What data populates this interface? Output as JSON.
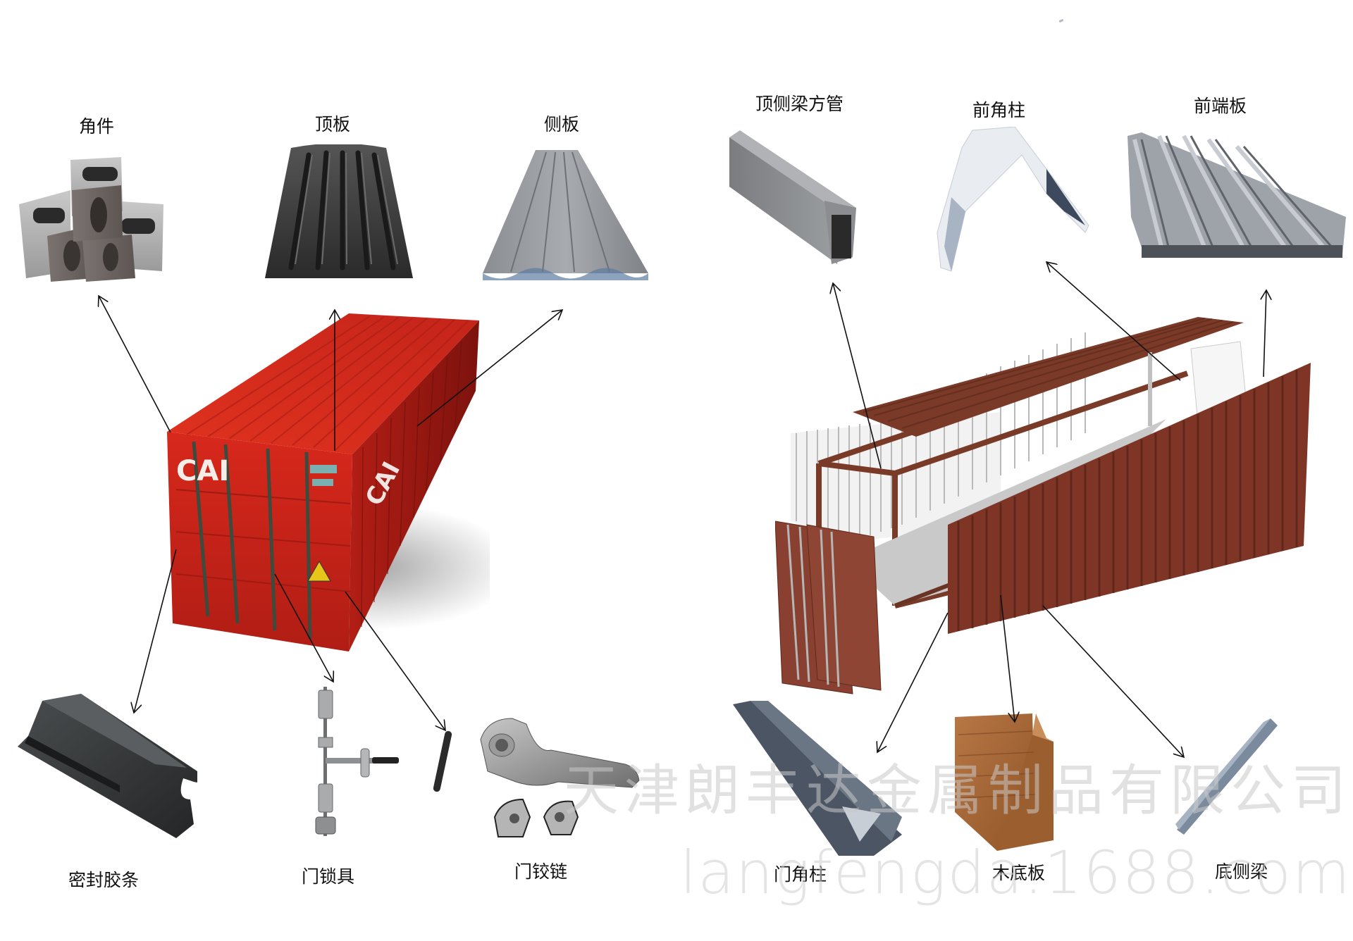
{
  "left_panel": {
    "title": "Container exterior with component callouts",
    "container_marking": "CAI",
    "top_parts": [
      {
        "id": "corner-fitting",
        "label": "角件"
      },
      {
        "id": "roof-panel",
        "label": "顶板"
      },
      {
        "id": "side-panel",
        "label": "侧板"
      }
    ],
    "bottom_parts": [
      {
        "id": "door-gasket",
        "label": "密封胶条"
      },
      {
        "id": "door-lock",
        "label": "门锁具"
      },
      {
        "id": "door-hinge",
        "label": "门铰链"
      }
    ]
  },
  "right_panel": {
    "title": "Exploded container structure with component callouts",
    "top_parts": [
      {
        "id": "top-side-rail-tube",
        "label": "顶侧梁方管"
      },
      {
        "id": "front-corner-post",
        "label": "前角柱"
      },
      {
        "id": "front-end-panel",
        "label": "前端板"
      }
    ],
    "bottom_parts": [
      {
        "id": "door-corner-post",
        "label": "门角柱"
      },
      {
        "id": "wooden-floor",
        "label": "木底板"
      },
      {
        "id": "bottom-side-rail",
        "label": "底侧梁"
      }
    ]
  },
  "watermark": {
    "company": "天津朗丰达金属制品有限公司",
    "url": "langfengda.1688.com"
  },
  "colors": {
    "container_red": "#d8281c",
    "exploded_brown": "#7a3a28",
    "steel_gray": "#8a8c90",
    "wood": "#a9683a",
    "arrow": "#111111"
  }
}
